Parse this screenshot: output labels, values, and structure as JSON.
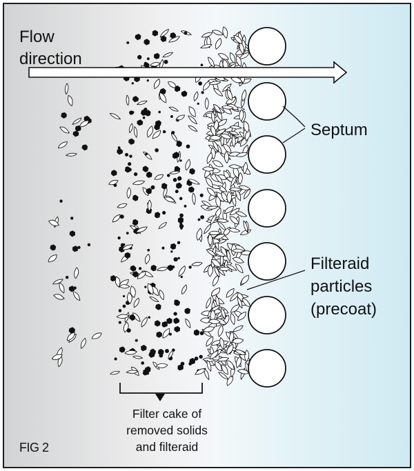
{
  "labels": {
    "flow_direction": [
      "Flow",
      "direction"
    ],
    "septum": "Septum",
    "filteraid": [
      "Filteraid",
      "particles",
      "(precoat)"
    ],
    "filter_cake": [
      "Filter cake of",
      "removed solids",
      "and filteraid"
    ],
    "figure": "FIG 2"
  },
  "colors": {
    "background_left": "#d2d3d4",
    "background_right": "#cfeaf2",
    "ink": "#111111",
    "septum_fill": "#ffffff"
  }
}
